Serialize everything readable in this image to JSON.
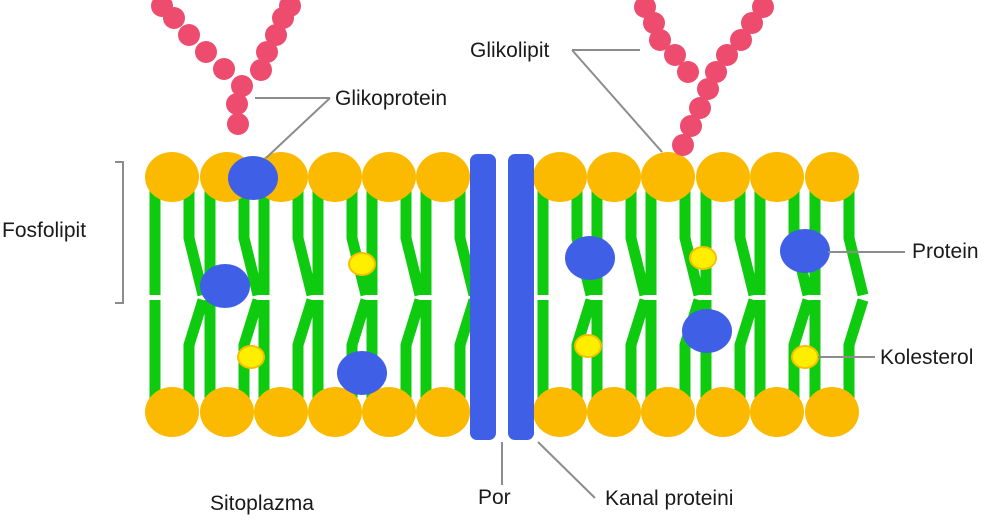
{
  "labels": {
    "glikolipit": "Glikolipit",
    "glikoprotein": "Glikoprotein",
    "fosfolipit": "Fosfolipit",
    "protein": "Protein",
    "kolesterol": "Kolesterol",
    "sitoplazma": "Sitoplazma",
    "por": "Por",
    "kanal_proteini": "Kanal proteini"
  },
  "colors": {
    "head": "#FBBA00",
    "tail": "#0FCB0F",
    "protein": "#3F5FE6",
    "cholesterol_fill": "#FFEE00",
    "cholesterol_stroke": "#F5C000",
    "sugar": "#EE4C6F",
    "leader": "#8c8c8c"
  }
}
